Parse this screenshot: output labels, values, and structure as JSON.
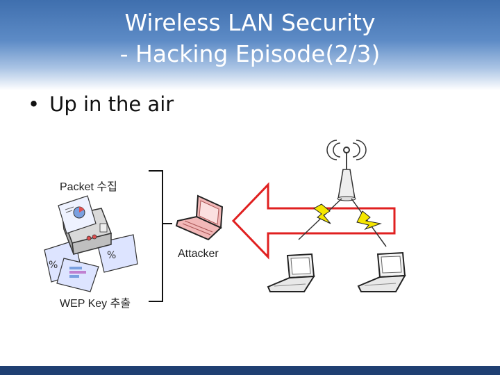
{
  "slide": {
    "title_line1": "Wireless LAN Security",
    "title_line2": "- Hacking Episode(2/3)",
    "bullet": "Up in the air"
  },
  "diagram": {
    "packet_label": "Packet 수집",
    "wep_label": "WEP Key 추출",
    "attacker_label": "Attacker"
  },
  "colors": {
    "header": "#3f6fae",
    "footer": "#1f3f72",
    "arrow_stroke": "#e02020",
    "attacker_laptop": "#f2b8b8",
    "lightning": "#f5e600"
  },
  "icons": [
    "antenna-icon",
    "printer-icon",
    "laptop-icon",
    "lightning-icon",
    "arrow-icon"
  ]
}
